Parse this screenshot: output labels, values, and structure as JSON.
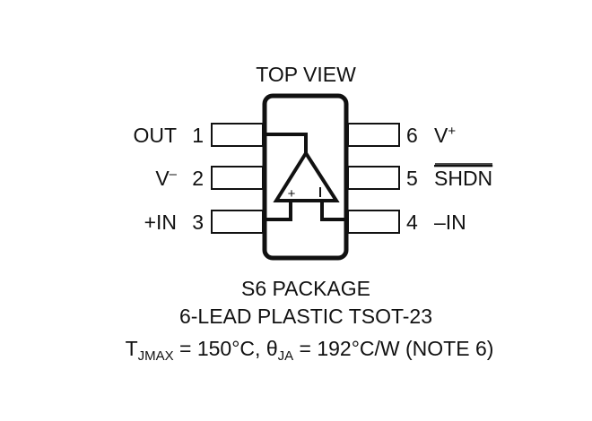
{
  "title": "TOP VIEW",
  "pins_left": [
    {
      "name": "OUT",
      "number": "1"
    },
    {
      "name": "V",
      "sup": "–",
      "number": "2"
    },
    {
      "name": "+IN",
      "number": "3"
    }
  ],
  "pins_right": [
    {
      "name": "V",
      "sup": "+",
      "number": "6"
    },
    {
      "name": "SHDN",
      "number": "5"
    },
    {
      "name": "–IN",
      "number": "4"
    }
  ],
  "opamp": {
    "plus": "+",
    "minus": "–"
  },
  "package": {
    "name": "S6 PACKAGE",
    "description": "6-LEAD PLASTIC TSOT-23",
    "thermal": {
      "tj_symbol": "T",
      "tj_sub": "JMAX",
      "tj_value": " = 150°C, ",
      "theta_symbol": "θ",
      "theta_sub": "JA",
      "theta_value": " = 192°C/W (NOTE 6)"
    }
  },
  "colors": {
    "ink": "#111111",
    "background": "#ffffff"
  }
}
